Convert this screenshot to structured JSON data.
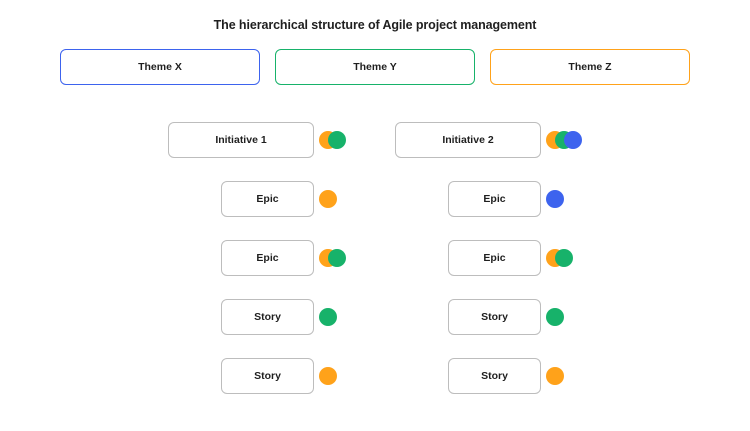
{
  "title": "The hierarchical structure of Agile project management",
  "colors": {
    "themeX": "#3d63ee",
    "themeY": "#17b26a",
    "themeZ": "#ffa21a",
    "nodeBorder": "#bdbdbd"
  },
  "themes": [
    {
      "label": "Theme X",
      "color": "#3d63ee"
    },
    {
      "label": "Theme Y",
      "color": "#17b26a"
    },
    {
      "label": "Theme Z",
      "color": "#ffa21a"
    }
  ],
  "columns": [
    {
      "initiative": {
        "label": "Initiative 1",
        "dots": [
          "#ffa21a",
          "#17b26a"
        ]
      },
      "items": [
        {
          "label": "Epic",
          "dots": [
            "#ffa21a"
          ]
        },
        {
          "label": "Epic",
          "dots": [
            "#ffa21a",
            "#17b26a"
          ]
        },
        {
          "label": "Story",
          "dots": [
            "#17b26a"
          ]
        },
        {
          "label": "Story",
          "dots": [
            "#ffa21a"
          ]
        }
      ]
    },
    {
      "initiative": {
        "label": "Initiative 2",
        "dots": [
          "#ffa21a",
          "#17b26a",
          "#3d63ee"
        ]
      },
      "items": [
        {
          "label": "Epic",
          "dots": [
            "#3d63ee"
          ]
        },
        {
          "label": "Epic",
          "dots": [
            "#ffa21a",
            "#17b26a"
          ]
        },
        {
          "label": "Story",
          "dots": [
            "#17b26a"
          ]
        },
        {
          "label": "Story",
          "dots": [
            "#ffa21a"
          ]
        }
      ]
    }
  ]
}
